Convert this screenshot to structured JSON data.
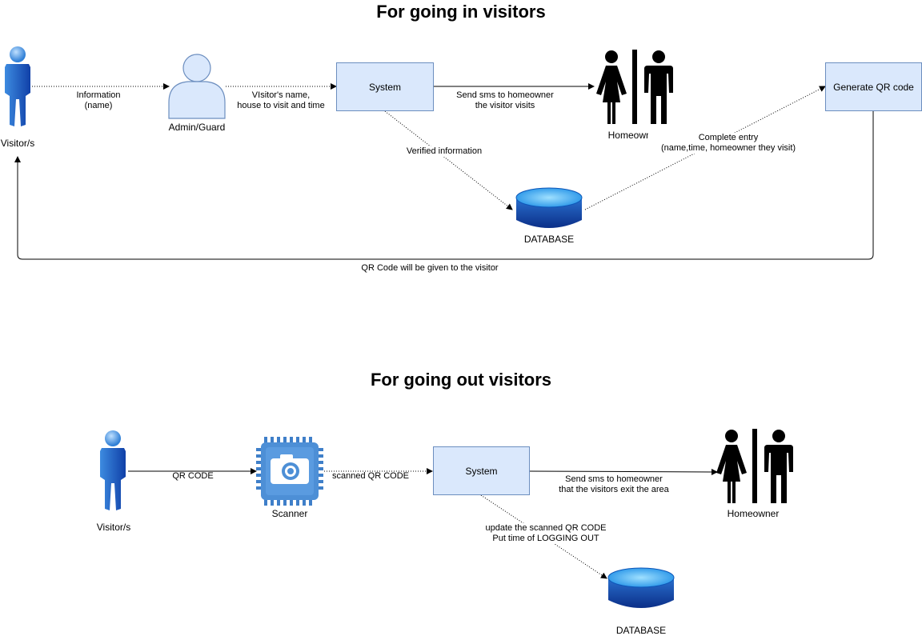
{
  "titles": {
    "going_in": "For going in visitors",
    "going_out": "For going out visitors"
  },
  "going_in": {
    "visitor_label": "Visitor/s",
    "admin_label": "Admin/Guard",
    "system_label": "System",
    "homeowner_label": "Homeowner",
    "database_label": "DATABASE",
    "generate_qr_label": "Generate QR code",
    "edges": {
      "information": "Information\n(name)",
      "visitor_details": "VIsitor's name,\nhouse to visit and time",
      "send_sms": "Send sms to homeowner\nthe visitor visits",
      "verified": "Verified information",
      "complete_entry": "Complete entry\n(name,time, homeowner they visit)",
      "qr_given": "QR Code will be given to the visitor"
    }
  },
  "going_out": {
    "visitor_label": "Visitor/s",
    "scanner_label": "Scanner",
    "system_label": "System",
    "homeowner_label": "Homeowner",
    "database_label": "DATABASE",
    "edges": {
      "qr_code": "QR CODE",
      "scanned": "scanned QR CODE",
      "send_sms": "Send sms to homeowner\nthat the visitors exit the area",
      "update": "update the scanned QR CODE\nPut time of LOGGING OUT"
    }
  },
  "icons": {
    "visitor": "person-figure-icon",
    "admin": "user-silhouette-icon",
    "homeowner": "restroom-people-icon",
    "database": "database-cylinder-icon",
    "scanner": "camera-chip-icon"
  },
  "colors": {
    "box_fill": "#dae8fc",
    "box_border": "#6c8ebf",
    "accent_blue": "#1a73e8"
  }
}
